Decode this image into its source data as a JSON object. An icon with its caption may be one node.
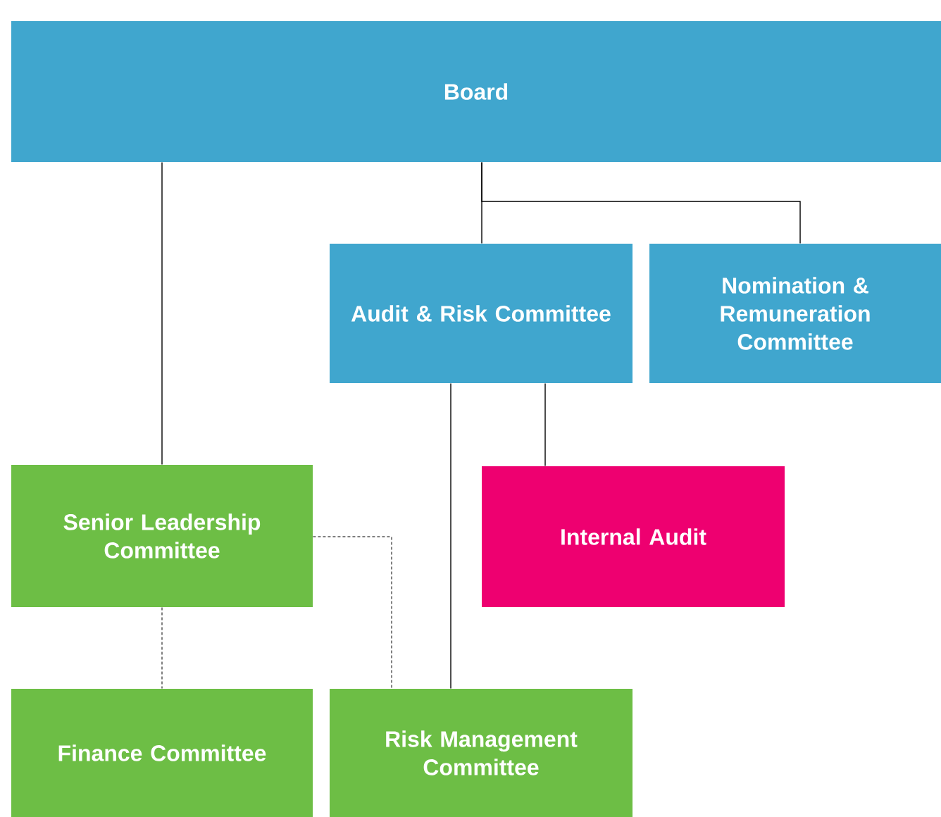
{
  "diagram": {
    "nodes": [
      {
        "text": [
          "Board"
        ]
      },
      {
        "text": [
          "Audit & Risk Committee"
        ]
      },
      {
        "text": [
          "Nomination & Remuneration Committee"
        ]
      },
      {
        "text": [
          "Senior Leadership Committee"
        ]
      },
      {
        "text": [
          "Internal Audit"
        ]
      },
      {
        "text": [
          "Finance Committee"
        ]
      },
      {
        "text": [
          "Risk Management Committee"
        ]
      }
    ],
    "edges": [
      {
        "from": 0,
        "to": 3,
        "arrow": "none"
      },
      {
        "from": 0,
        "to": 1,
        "arrow": "none"
      },
      {
        "from": 0,
        "to": 2,
        "arrow": "none"
      },
      {
        "from": 1,
        "to": 4,
        "arrow": "none"
      },
      {
        "from": 1,
        "to": 6,
        "arrow": "none"
      },
      {
        "from": 3,
        "to": 5,
        "arrow": "none",
        "style": "dashed"
      },
      {
        "from": 3,
        "to": 6,
        "arrow": "none",
        "style": "dashed"
      }
    ]
  }
}
